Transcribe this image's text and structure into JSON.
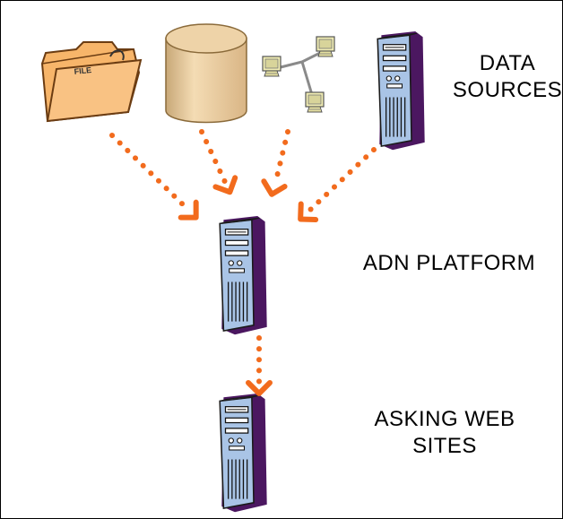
{
  "labels": {
    "data_sources": [
      "DATA",
      "SOURCES"
    ],
    "adn_platform": "ADN PLATFORM",
    "asking_web_sites": [
      "ASKING WEB",
      "SITES"
    ],
    "folder_tab_text": "FILE"
  },
  "colors": {
    "arrow": "#f26b1d",
    "server_body": "#a9c4e6",
    "server_shadow": "#5a1f6e",
    "folder": "#f7b56a",
    "cylinder": "#e7c798",
    "computer": "#f1edb3"
  },
  "icons": [
    "folder-icon",
    "database-icon",
    "network-icon",
    "server-icon"
  ]
}
